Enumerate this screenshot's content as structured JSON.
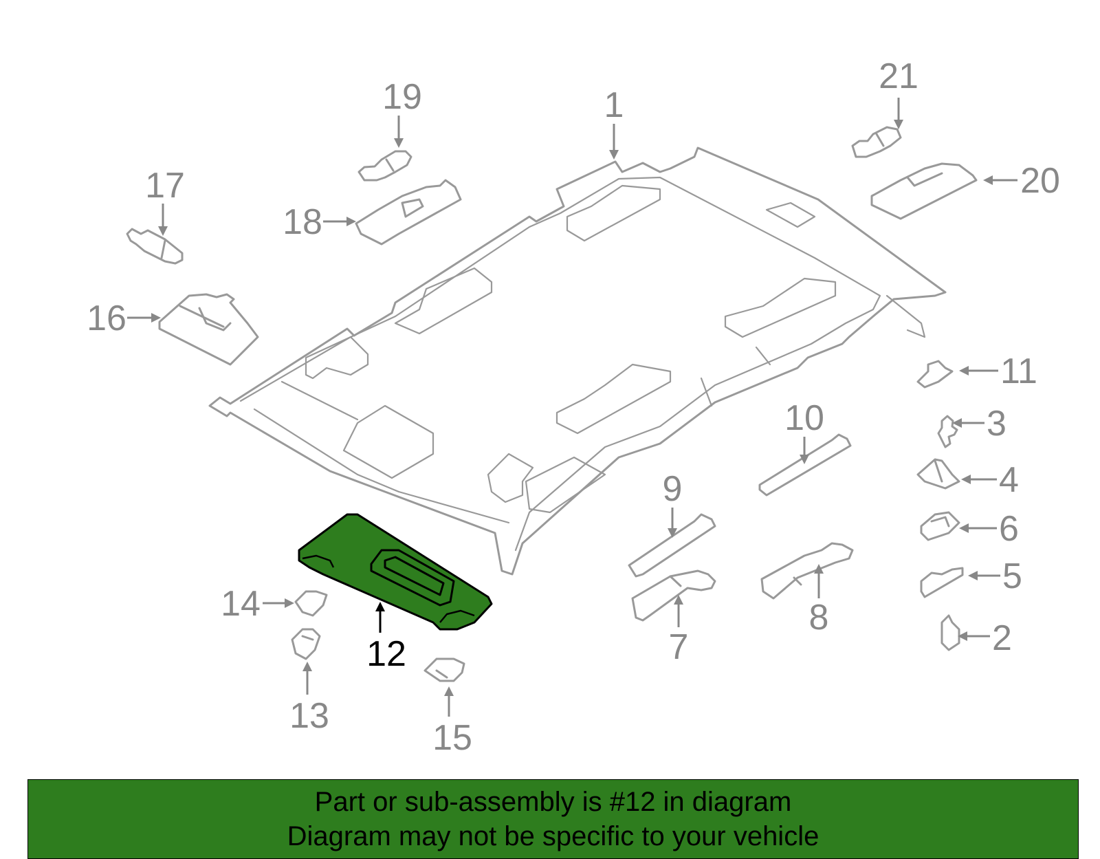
{
  "colors": {
    "part_outline": "#999999",
    "highlight_fill": "#2e7d1e",
    "highlight_outline": "#000000",
    "callout_text": "#888888",
    "selected_callout_text": "#000000",
    "banner_background": "#2e7d1e",
    "banner_text": "#000000"
  },
  "selected_part": "12",
  "callouts": [
    {
      "id": "1",
      "label": "1"
    },
    {
      "id": "2",
      "label": "2"
    },
    {
      "id": "3",
      "label": "3"
    },
    {
      "id": "4",
      "label": "4"
    },
    {
      "id": "5",
      "label": "5"
    },
    {
      "id": "6",
      "label": "6"
    },
    {
      "id": "7",
      "label": "7"
    },
    {
      "id": "8",
      "label": "8"
    },
    {
      "id": "9",
      "label": "9"
    },
    {
      "id": "10",
      "label": "10"
    },
    {
      "id": "11",
      "label": "11"
    },
    {
      "id": "12",
      "label": "12"
    },
    {
      "id": "13",
      "label": "13"
    },
    {
      "id": "14",
      "label": "14"
    },
    {
      "id": "15",
      "label": "15"
    },
    {
      "id": "16",
      "label": "16"
    },
    {
      "id": "17",
      "label": "17"
    },
    {
      "id": "18",
      "label": "18"
    },
    {
      "id": "19",
      "label": "19"
    },
    {
      "id": "20",
      "label": "20"
    },
    {
      "id": "21",
      "label": "21"
    }
  ],
  "banner": {
    "line1": "Part or sub-assembly is #12 in diagram",
    "line2": "Diagram may not be specific to your vehicle"
  }
}
